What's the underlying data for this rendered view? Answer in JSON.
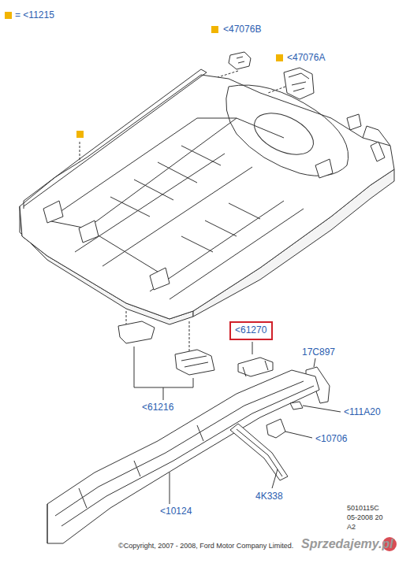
{
  "diagram": {
    "nodes": [
      {
        "text": [
          "<61270"
        ]
      }
    ],
    "edges": [],
    "labels": [
      "<47076B",
      "<47076A",
      "17C897",
      "<61216",
      "<111A20",
      "<10706",
      "<10124",
      "4K338",
      "5010115C",
      "05-2008 20",
      "A2",
      "©Copyright, 2007 - 2008, Ford Motor Company Limited.",
      "Sprzedajemy.pl"
    ],
    "legend": [
      {
        "text": "= <11215",
        "color": "#f2b400"
      }
    ]
  }
}
